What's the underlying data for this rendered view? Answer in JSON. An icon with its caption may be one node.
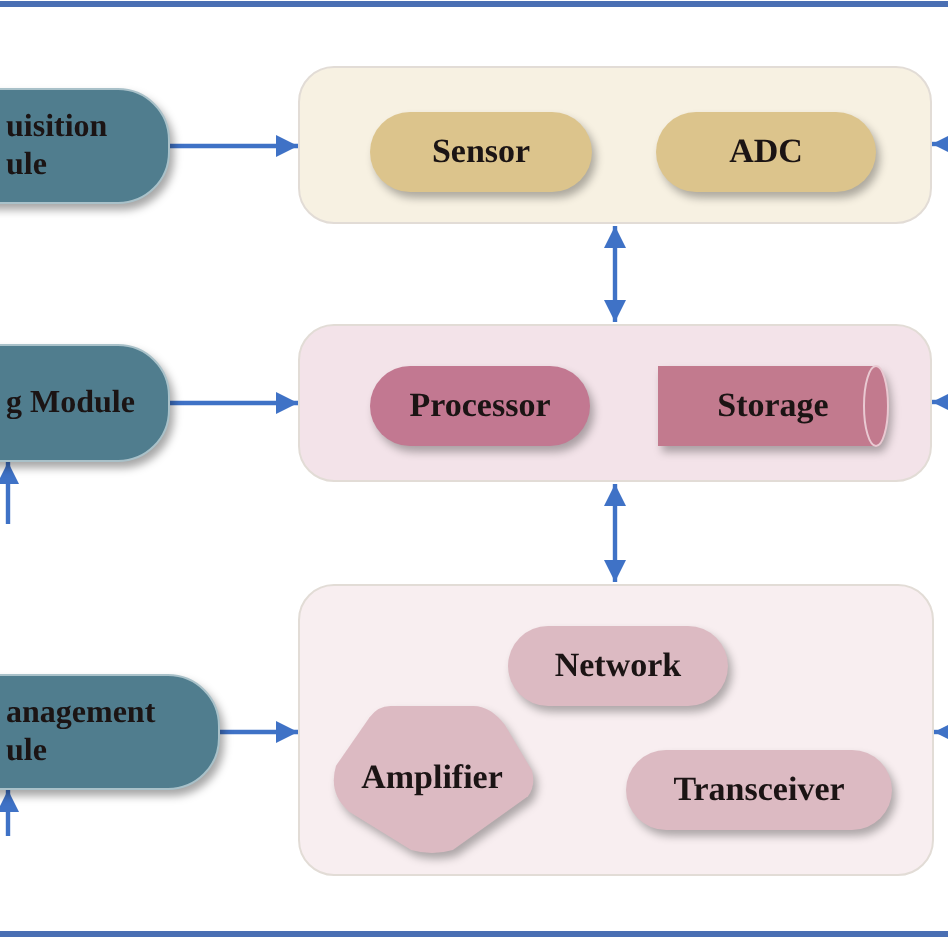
{
  "diagram": {
    "nodes": [
      {
        "text": [
          "uisition ule"
        ]
      },
      {
        "text": [],
        "shape": "box"
      },
      {
        "text": [
          "Sensor"
        ],
        "in": 1
      },
      {
        "text": [
          "ADC"
        ],
        "in": 1
      },
      {
        "text": [
          "g Module"
        ]
      },
      {
        "text": [],
        "shape": "box"
      },
      {
        "text": [
          "Processor"
        ],
        "in": 5
      },
      {
        "text": [
          "Storage"
        ],
        "in": 5
      },
      {
        "text": [
          "anagement ule"
        ]
      },
      {
        "text": [],
        "shape": "box"
      },
      {
        "text": [
          "Network"
        ],
        "in": 9
      },
      {
        "text": [
          "Amplifier"
        ],
        "in": 9
      },
      {
        "text": [
          "Transceiver"
        ],
        "in": 9
      }
    ],
    "edges": [
      {
        "from": 0,
        "to": 1,
        "arrow": "to"
      },
      {
        "from": 1,
        "to": 5,
        "arrow": "both"
      },
      {
        "from": 4,
        "to": 5,
        "arrow": "to"
      },
      {
        "from": 5,
        "to": 9,
        "arrow": "both"
      },
      {
        "from": 8,
        "to": 9,
        "arrow": "to"
      },
      {
        "from": null,
        "to": 1,
        "arrow": "to"
      },
      {
        "from": null,
        "to": 5,
        "arrow": "to"
      },
      {
        "from": null,
        "to": 9,
        "arrow": "to"
      },
      {
        "from": null,
        "to": 4,
        "arrow": "to"
      },
      {
        "from": null,
        "to": 8,
        "arrow": "to"
      }
    ]
  }
}
